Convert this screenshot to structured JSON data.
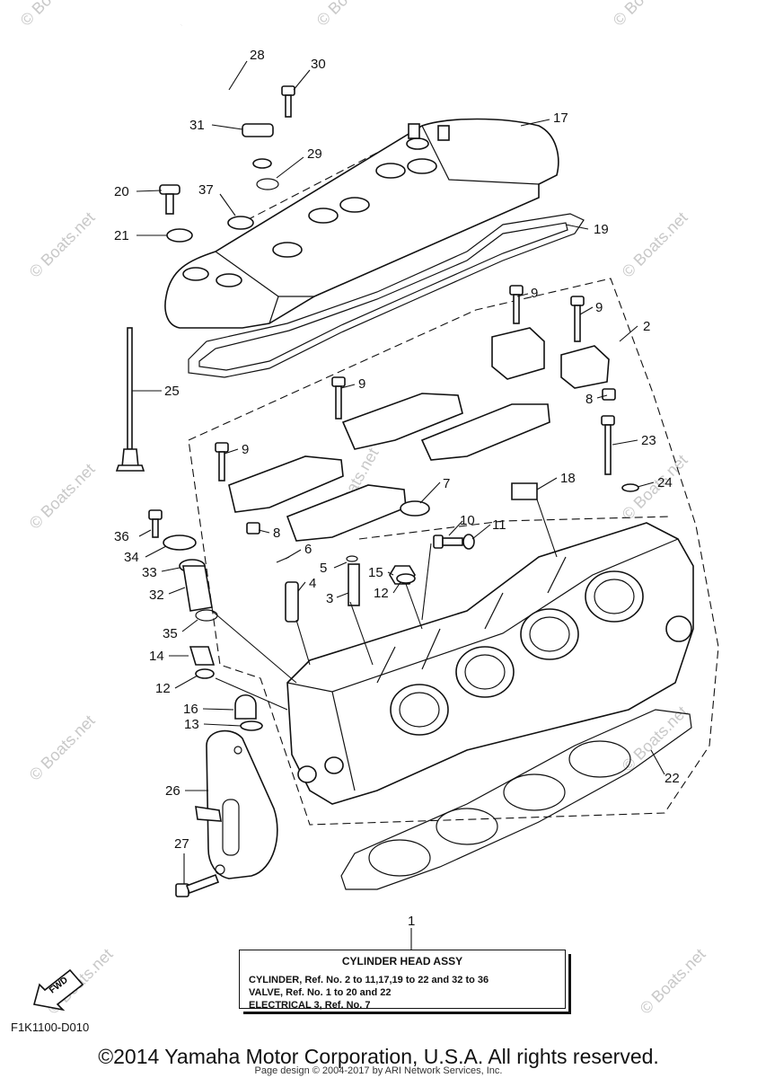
{
  "callouts": [
    "28",
    "30",
    "31",
    "17",
    "29",
    "20",
    "37",
    "21",
    "19",
    "25",
    "9",
    "9",
    "2",
    "9",
    "8",
    "9",
    "23",
    "18",
    "7",
    "24",
    "10",
    "11",
    "36",
    "34",
    "8",
    "6",
    "5",
    "33",
    "15",
    "4",
    "32",
    "12",
    "3",
    "35",
    "14",
    "12",
    "16",
    "13",
    "26",
    "27",
    "22",
    "1"
  ],
  "legend": {
    "title": "CYLINDER HEAD ASSY",
    "lines": [
      "CYLINDER, Ref. No. 2 to 11,17,19 to 22 and 32 to 36",
      "VALVE, Ref. No. 1 to 20 and 22",
      "ELECTRICAL 3, Ref. No. 7"
    ]
  },
  "fwd_label": "FWD",
  "diagram_code": "F1K1100-D010",
  "copyright": "©2014 Yamaha Motor Corporation, U.S.A. All rights reserved.",
  "page_design": "Page design © 2004-2017 by ARI Network Services, Inc.",
  "watermark": "© Boats.net"
}
